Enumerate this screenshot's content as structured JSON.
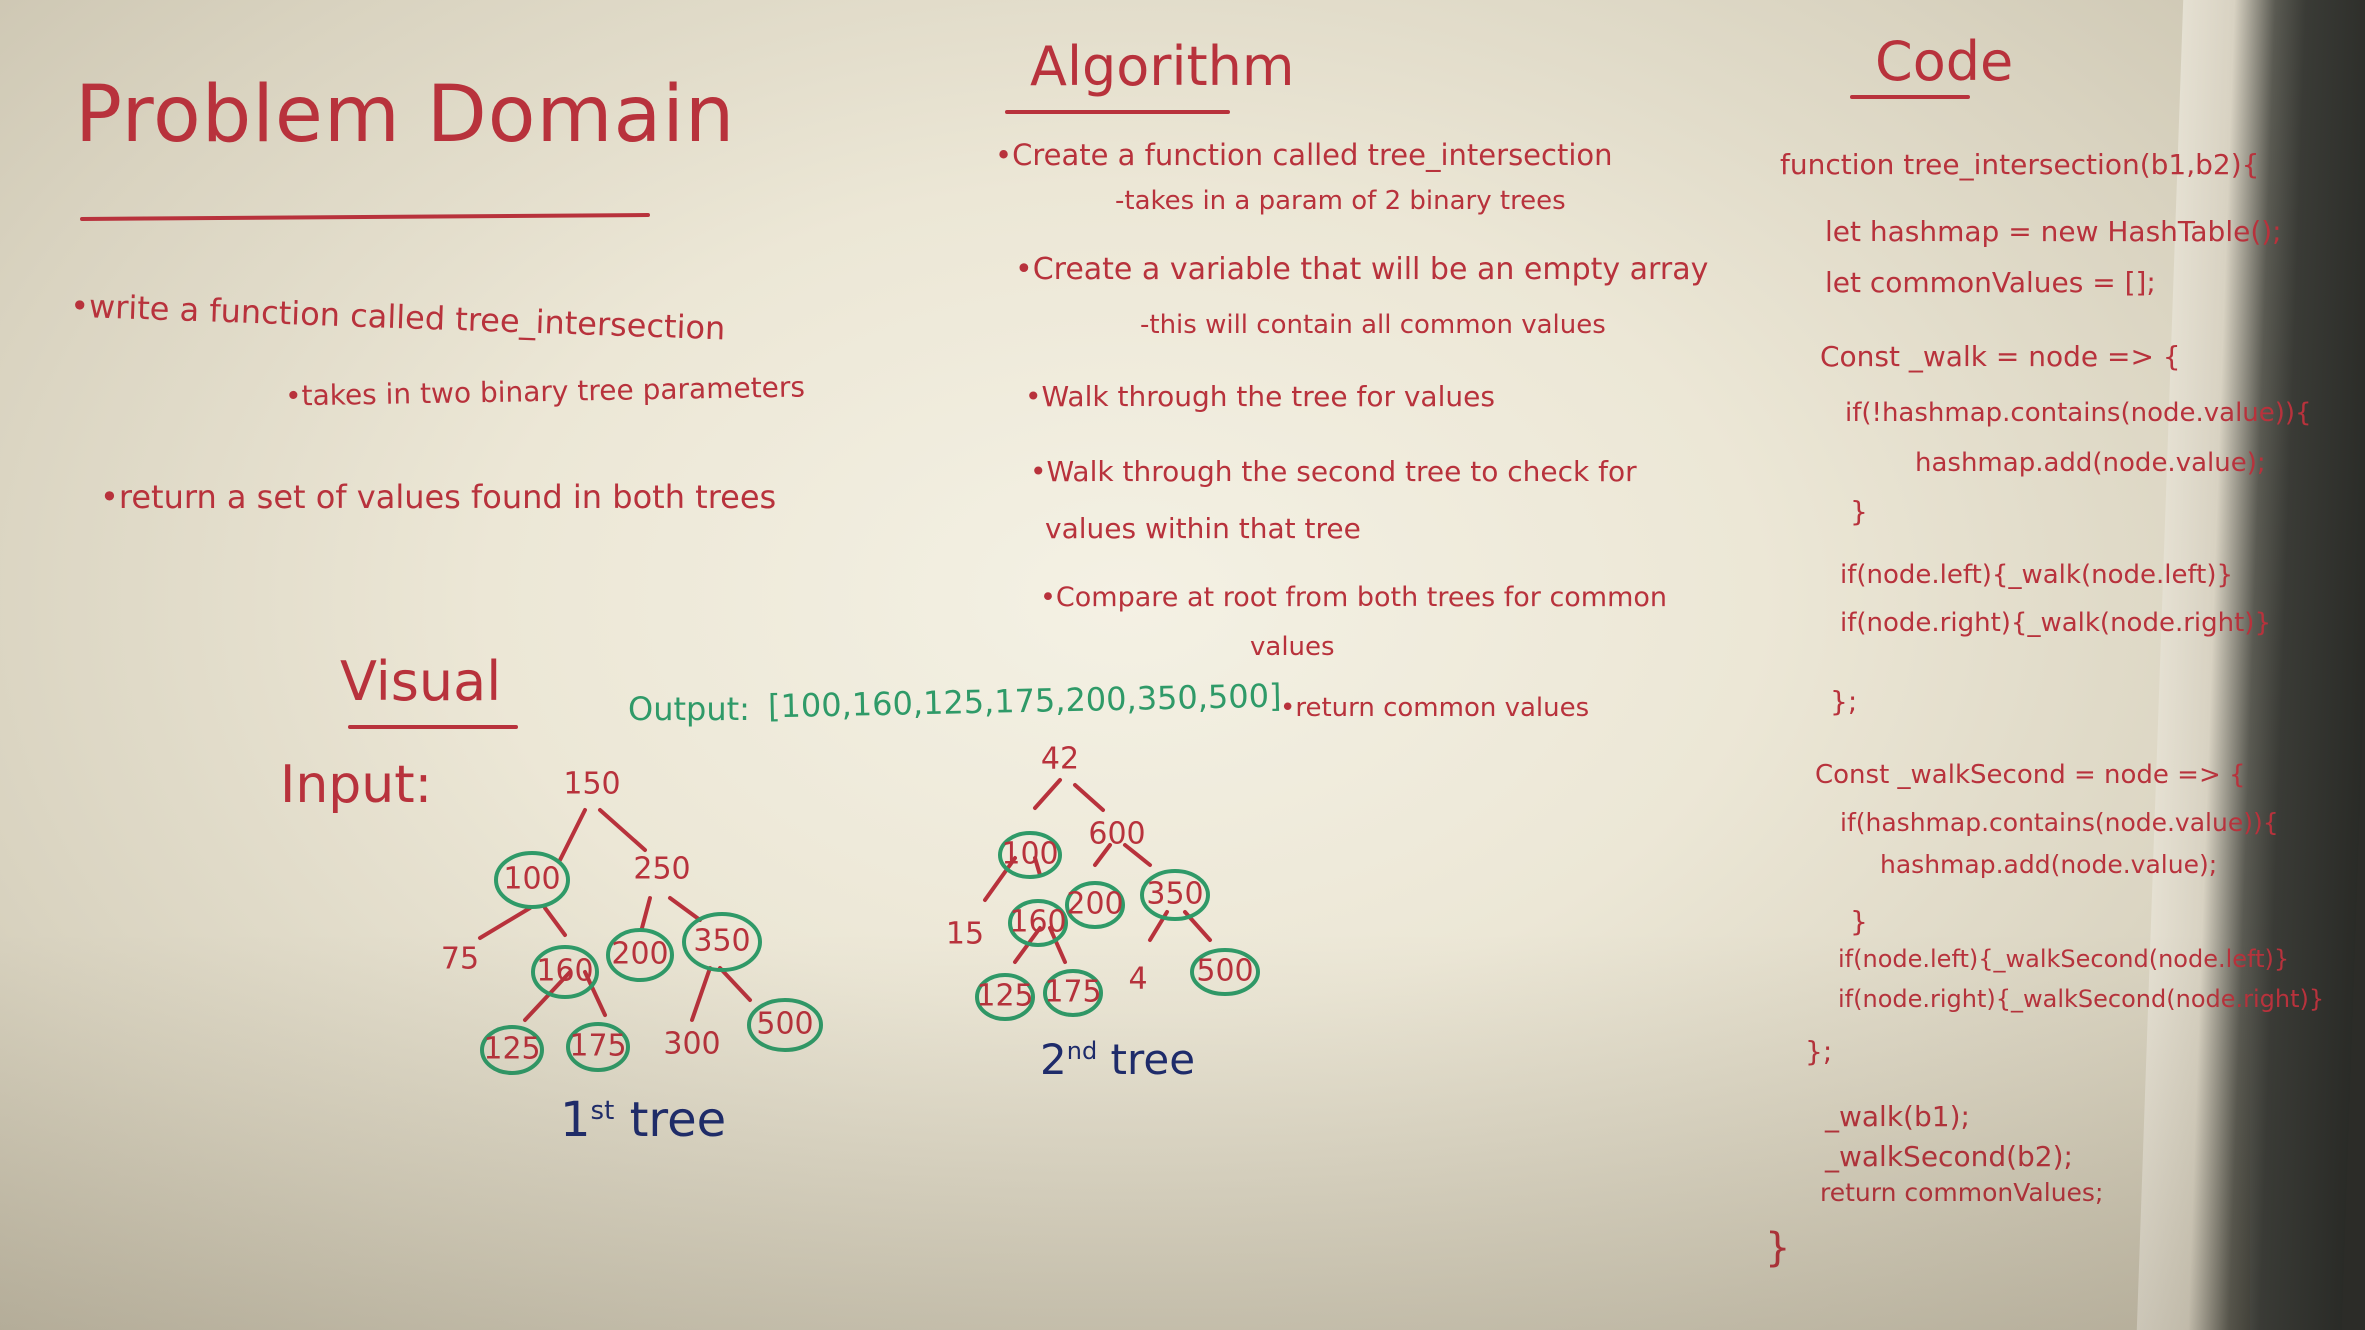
{
  "problem_domain": {
    "title": "Problem Domain",
    "bullets": [
      "•write a function called tree_intersection",
      "•takes in two binary tree parameters",
      "•return a set of values found in both trees"
    ]
  },
  "algorithm": {
    "title": "Algorithm",
    "bullets": [
      "•Create a function called tree_intersection",
      "-takes in a param of 2 binary trees",
      "•Create a variable that will be an empty array",
      "-this will contain all common values",
      "•Walk through the tree for values",
      "•Walk through the second tree to check for",
      "values within that tree",
      "•Compare at root from both trees for common",
      "values",
      "•return common values"
    ]
  },
  "code": {
    "title": "Code",
    "lines": [
      "function tree_intersection(b1,b2){",
      "let hashmap = new HashTable();",
      "let commonValues = [];",
      "Const _walk = node => {",
      "if(!hashmap.contains(node.value)){",
      "hashmap.add(node.value);",
      "}",
      "if(node.left){_walk(node.left)}",
      "if(node.right){_walk(node.right)}",
      "};",
      "Const _walkSecond = node => {",
      "if(hashmap.contains(node.value)){",
      "hashmap.add(node.value);",
      "}",
      "if(node.left){_walkSecond(node.left)}",
      "if(node.right){_walkSecond(node.right)}",
      "};",
      "_walk(b1);",
      "_walkSecond(b2);",
      "return commonValues;",
      "}"
    ]
  },
  "visual": {
    "title": "Visual",
    "input_label": "Input:",
    "output_label": "Output:",
    "output_value": "[100,160,125,175,200,350,500]",
    "tree1_caption_num": "1",
    "tree1_caption_sup": "st",
    "tree1_caption_word": "tree",
    "tree2_caption_num": "2",
    "tree2_caption_sup": "nd",
    "tree2_caption_word": "tree",
    "tree1_nodes": [
      "150",
      "100",
      "250",
      "75",
      "160",
      "200",
      "350",
      "125",
      "175",
      "300",
      "500"
    ],
    "tree2_nodes": [
      "42",
      "100",
      "600",
      "15",
      "160",
      "200",
      "350",
      "125",
      "175",
      "4",
      "500"
    ]
  },
  "colors": {
    "marker_red": "#b8323c",
    "marker_green": "#2f9a68",
    "marker_navy": "#1d2b6e",
    "board": "#f1eee0"
  }
}
